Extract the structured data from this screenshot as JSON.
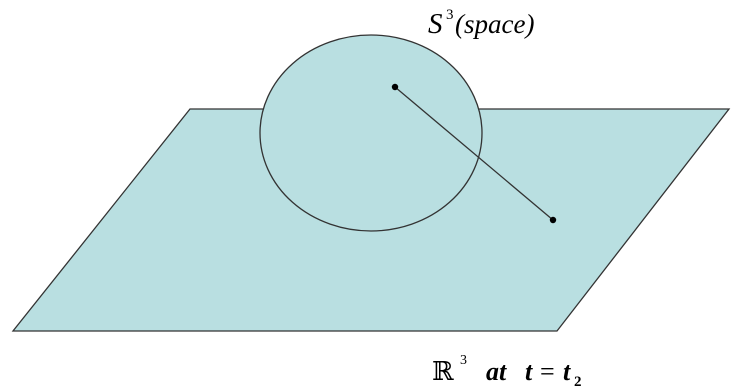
{
  "colors": {
    "background": "#ffffff",
    "plane_fill": "#b9dfe1",
    "sphere_fill": "#b9dfe1",
    "stroke": "#333333",
    "point": "#000000"
  },
  "labels": {
    "sphere": {
      "symbol": "S",
      "superscript": "3",
      "paren_text": "(space)"
    },
    "plane": {
      "symbol": "ℝ",
      "superscript": "3",
      "at_word": "at",
      "equation_var": "t",
      "equals": "=",
      "rhs_var": "t",
      "rhs_subscript": "2"
    }
  }
}
